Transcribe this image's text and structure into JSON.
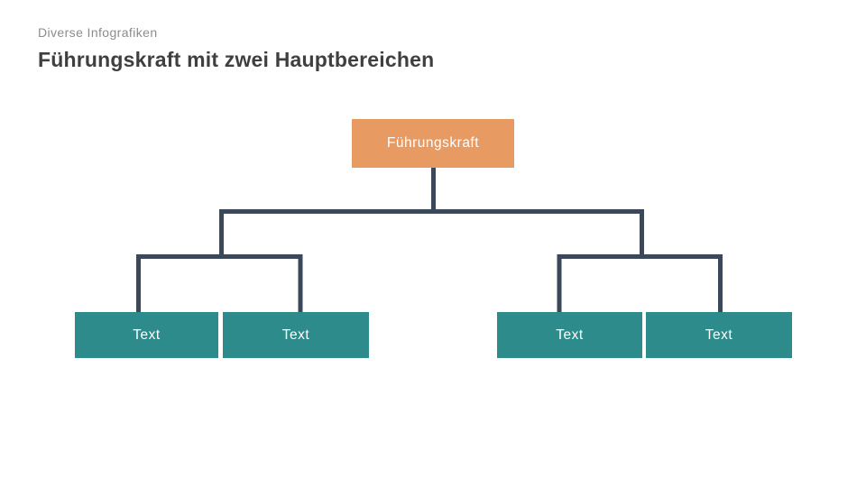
{
  "header": {
    "eyebrow": "Diverse Infografiken",
    "title": "Führungskraft mit zwei Hauptbereichen"
  },
  "org_chart": {
    "root": {
      "label": "Führungskraft"
    },
    "branches": [
      {
        "children": [
          {
            "label": "Text"
          },
          {
            "label": "Text"
          }
        ]
      },
      {
        "children": [
          {
            "label": "Text"
          },
          {
            "label": "Text"
          }
        ]
      }
    ]
  },
  "colors": {
    "root_fill": "#E89A63",
    "child_fill": "#2E8B8B",
    "connector": "#3B4859",
    "title_text": "#3F3F3F",
    "eyebrow_text": "#8C8C8C",
    "node_text": "#FFFFFF",
    "background": "#FFFFFF"
  }
}
